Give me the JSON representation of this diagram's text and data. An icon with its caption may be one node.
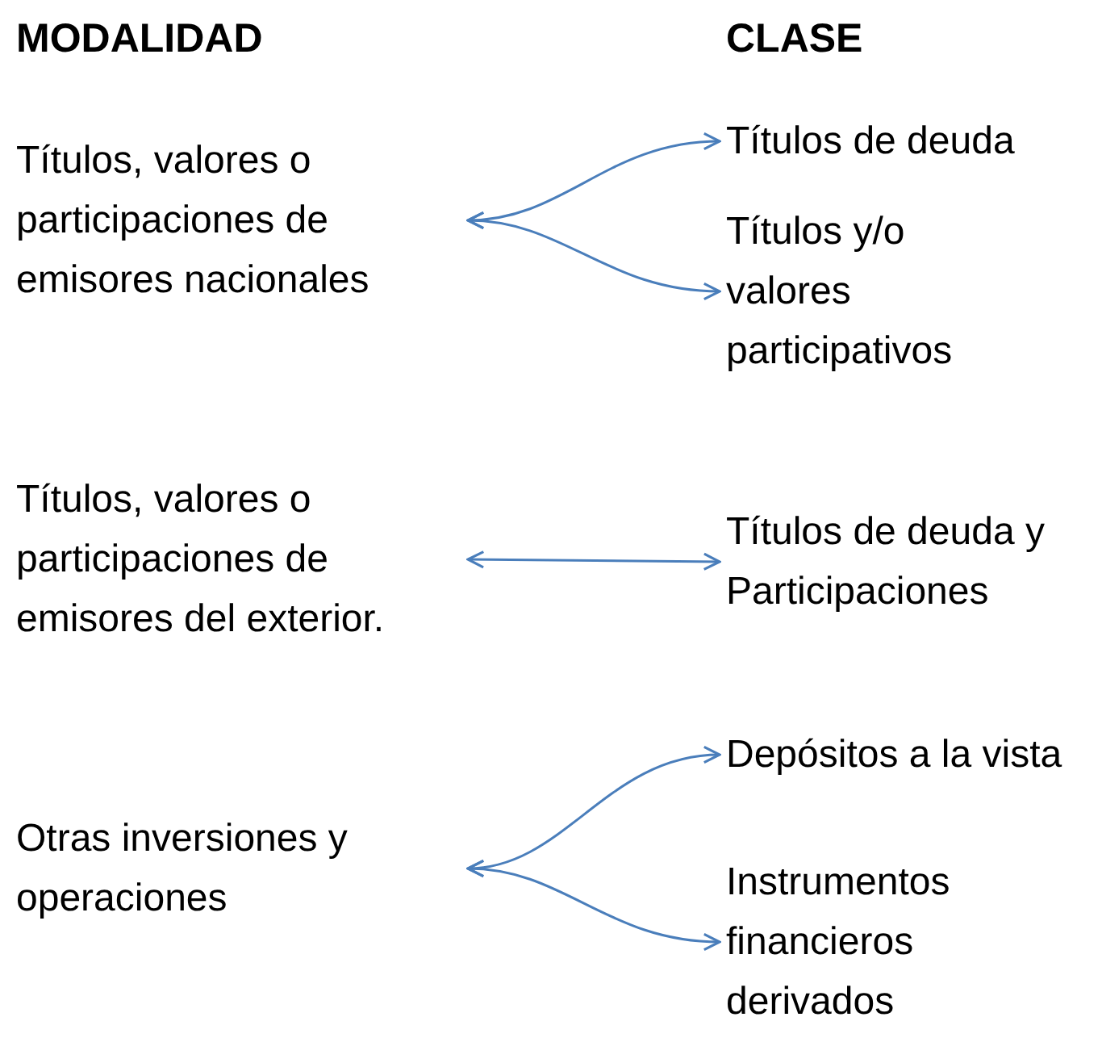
{
  "diagram": {
    "nodes": [
      {
        "text": [
          "Títulos, valores o participaciones de emisores nacionales"
        ]
      },
      {
        "text": [
          "Títulos de deuda"
        ]
      },
      {
        "text": [
          "Títulos y/o valores participativos"
        ]
      },
      {
        "text": [
          "Títulos, valores o participaciones de emisores del exterior."
        ]
      },
      {
        "text": [
          "Títulos de deuda y Participaciones"
        ]
      },
      {
        "text": [
          "Otras inversiones y operaciones"
        ]
      },
      {
        "text": [
          "Depósitos a la vista"
        ]
      },
      {
        "text": [
          "Instrumentos financieros derivados"
        ]
      }
    ],
    "edges": [
      {
        "from": 0,
        "to": 1,
        "arrow": "both"
      },
      {
        "from": 0,
        "to": 2,
        "arrow": "both"
      },
      {
        "from": 3,
        "to": 4,
        "arrow": "both"
      },
      {
        "from": 5,
        "to": 6,
        "arrow": "both"
      },
      {
        "from": 5,
        "to": 7,
        "arrow": "both"
      }
    ],
    "labels": [
      "MODALIDAD",
      "CLASE"
    ]
  }
}
